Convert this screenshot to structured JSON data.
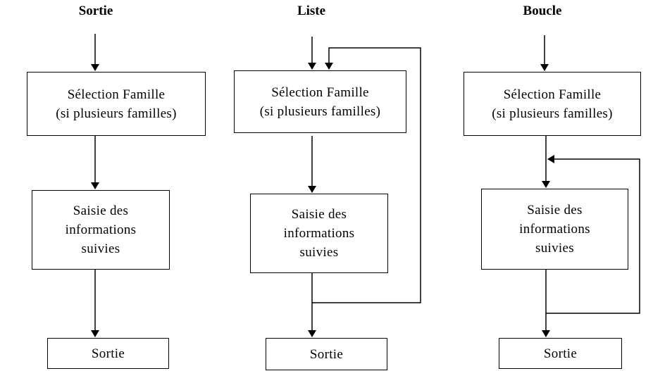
{
  "columns": [
    {
      "title": "Sortie",
      "box1": "Sélection Famille\n(si plusieurs familles)",
      "box2": "Saisie des\ninformations\nsuivies",
      "box3": "Sortie"
    },
    {
      "title": "Liste",
      "box1": "Sélection Famille\n(si plusieurs familles)",
      "box2": "Saisie des\ninformations\nsuivies",
      "box3": "Sortie"
    },
    {
      "title": "Boucle",
      "box1": "Sélection Famille\n(si plusieurs familles)",
      "box2": "Saisie des\ninformations\nsuivies",
      "box3": "Sortie"
    }
  ],
  "colors": {
    "stroke": "#000000",
    "background": "#ffffff"
  }
}
